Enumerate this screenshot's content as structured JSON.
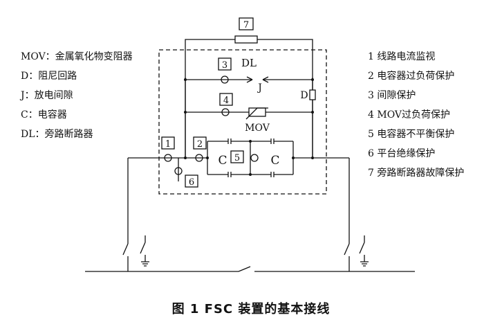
{
  "legend_left": [
    "MOV：金属氧化物变阻器",
    "D：阻尼回路",
    "J：放电间隙",
    "C：电容器",
    "DL：旁路断路器"
  ],
  "legend_right": [
    "1 线路电流监视",
    "2 电容器过负荷保护",
    "3 间隙保护",
    "4 MOV过负荷保护",
    "5 电容器不平衡保护",
    "6 平台绝缘保护",
    "7 旁路断路器故障保护"
  ],
  "diagram": {
    "box_numbers": [
      "1",
      "2",
      "3",
      "4",
      "5",
      "6",
      "7"
    ],
    "label_dl": "DL",
    "label_j": "J",
    "label_d": "D",
    "label_mov": "MOV",
    "label_c": "C"
  },
  "caption": "图 1   FSC  装置的基本接线"
}
